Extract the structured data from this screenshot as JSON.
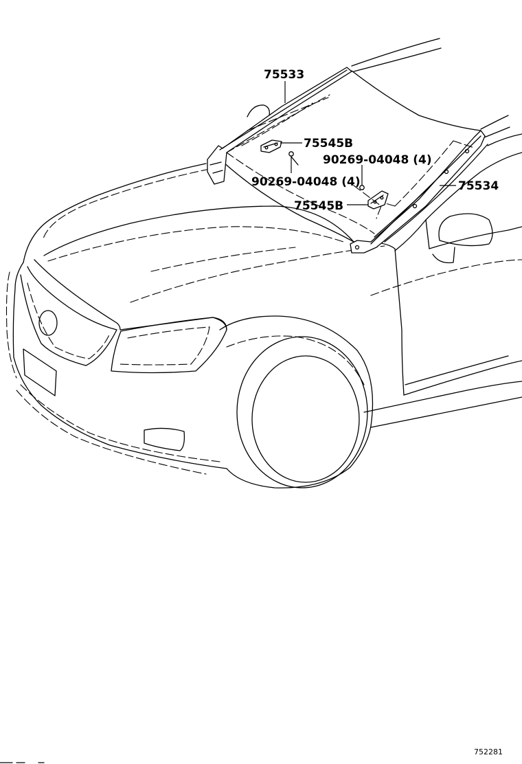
{
  "parts": {
    "molding_front_pillar_lh": "75533",
    "molding_front_pillar_rh": "75534",
    "clip_upper": "75545B",
    "clip_lower": "75545B",
    "screw_upper": "90269-04048 (4)",
    "screw_lower": "90269-04048 (4)"
  },
  "figure_code": "752281"
}
